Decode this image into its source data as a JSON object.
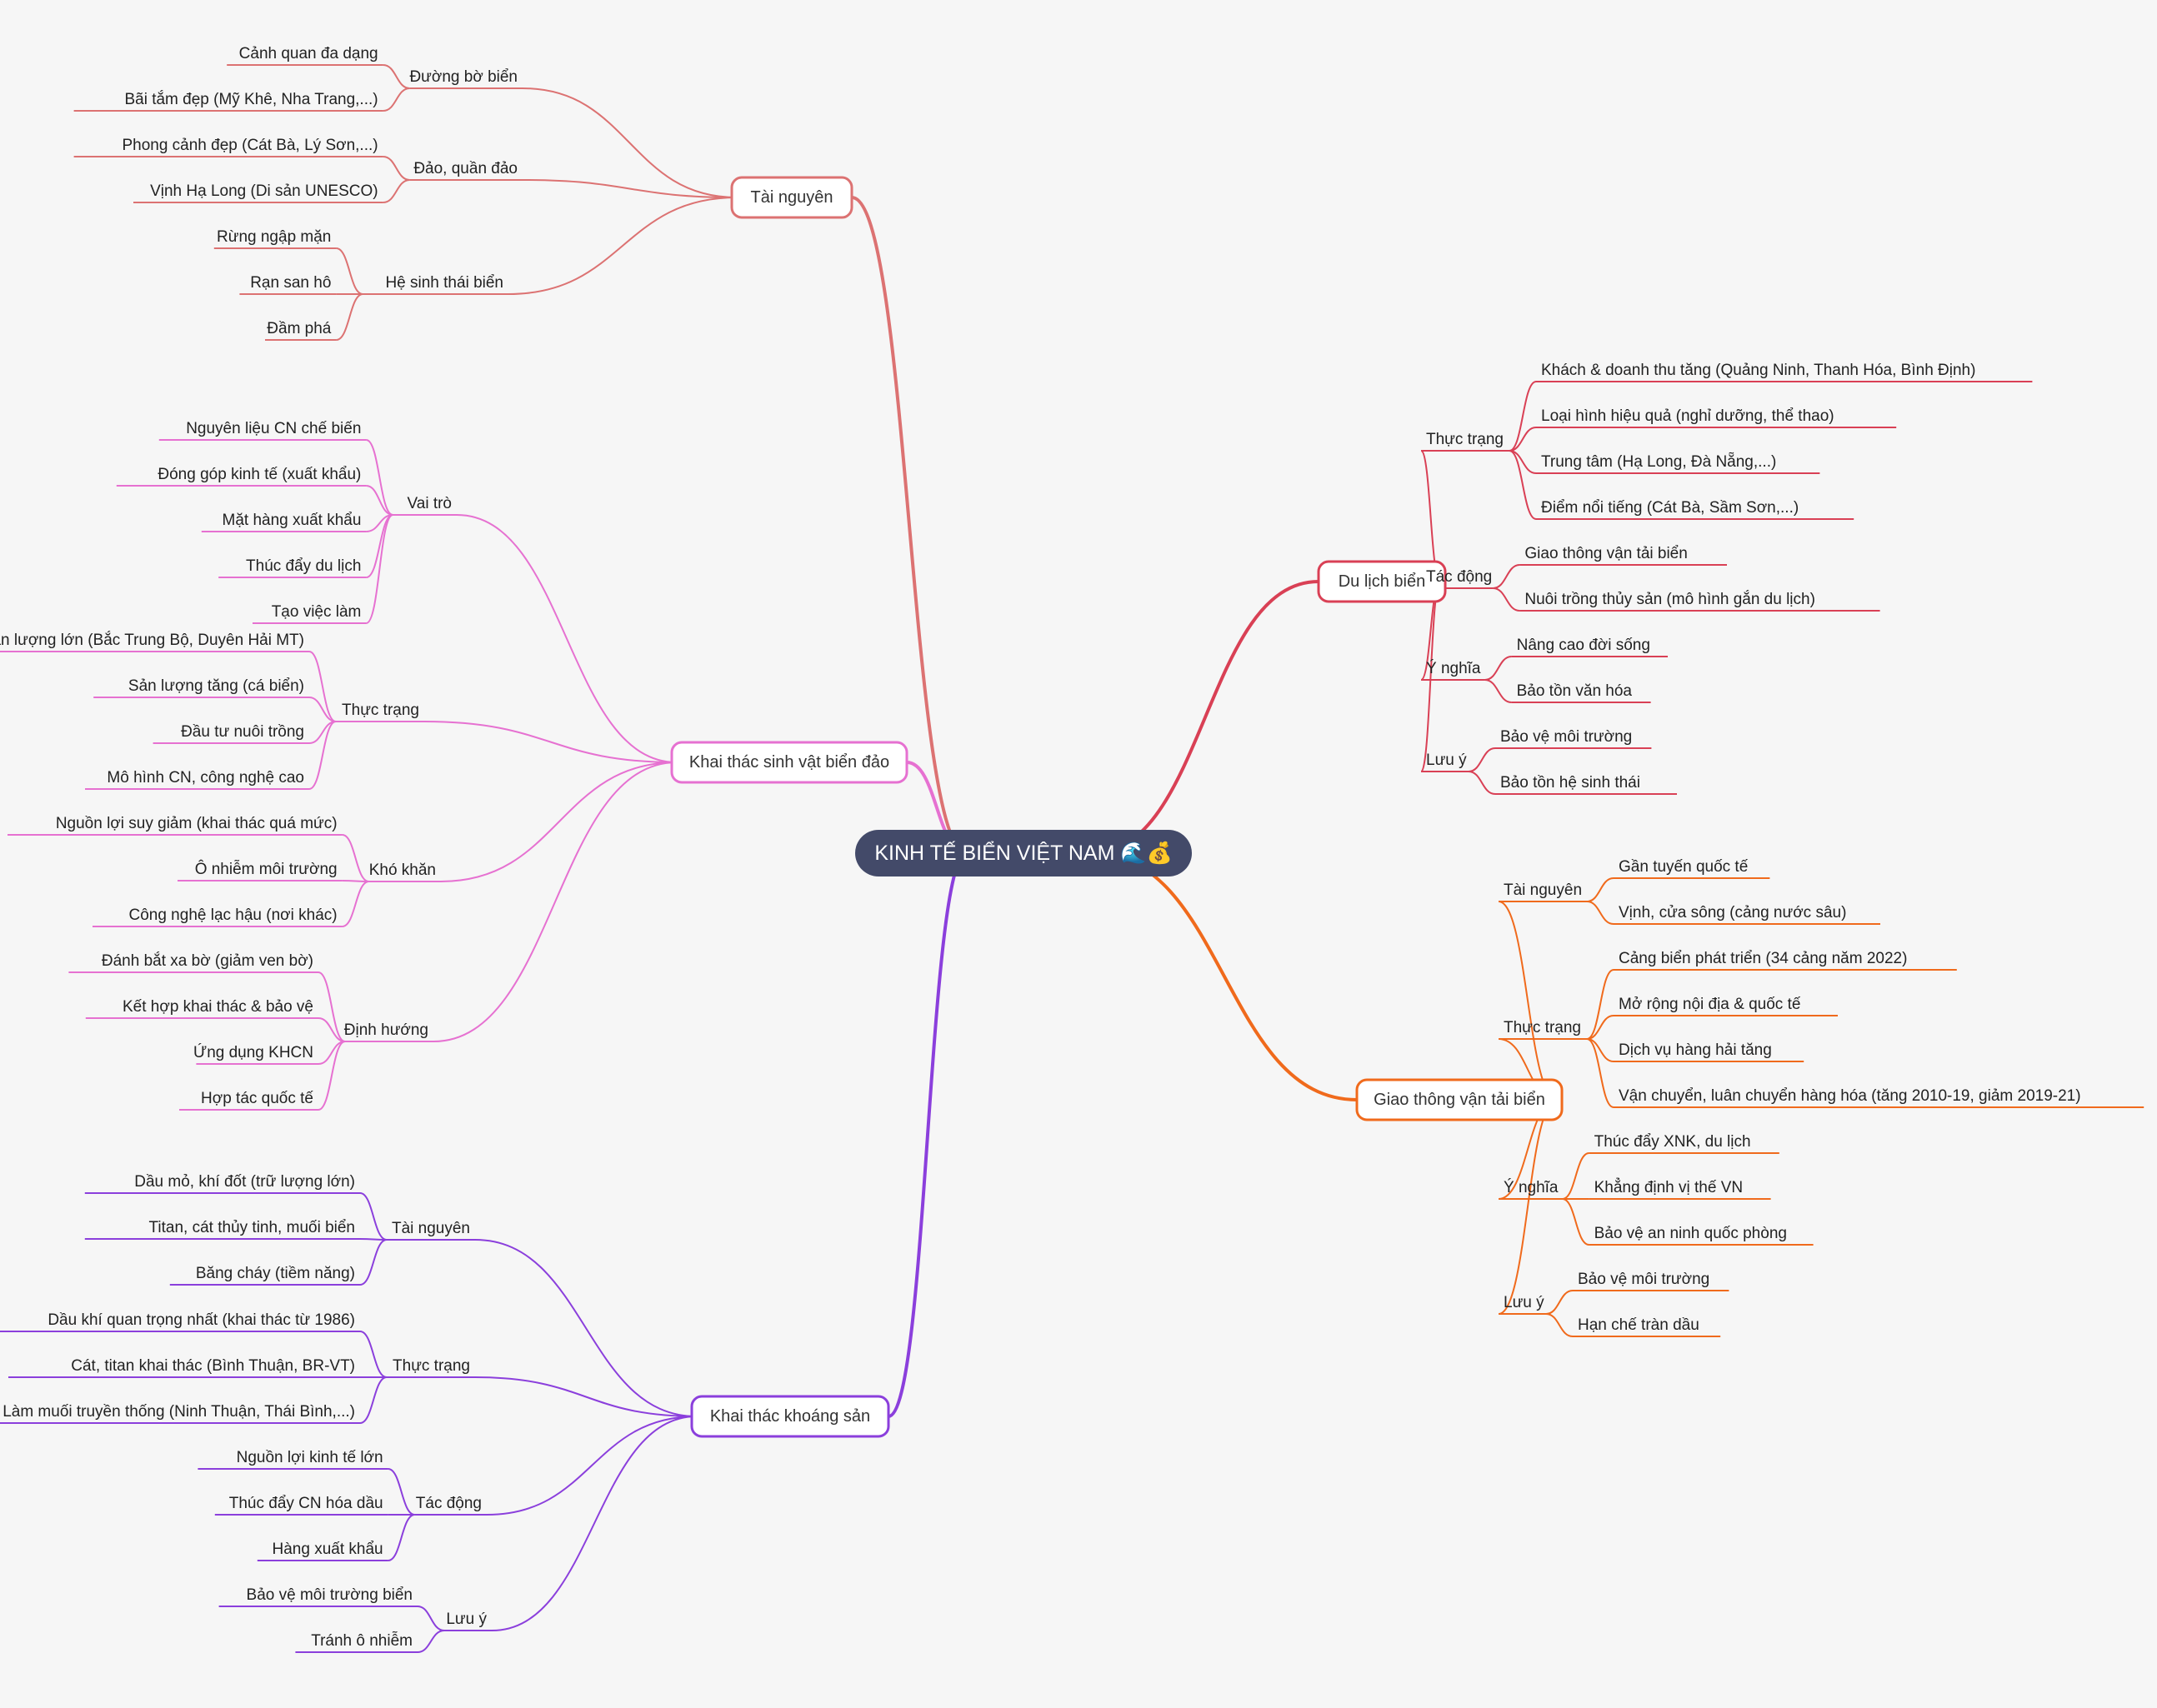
{
  "root": {
    "label": "KINH TẾ BIỂN VIỆT NAM 🌊💰"
  },
  "branches": [
    {
      "name": "Tài nguyên",
      "side": "left",
      "color": "#dc7272",
      "groups": [
        {
          "name": "Đường bờ biển",
          "items": [
            "Cảnh quan đa dạng",
            "Bãi tắm đẹp (Mỹ Khê, Nha Trang,...)"
          ]
        },
        {
          "name": "Đảo, quần đảo",
          "items": [
            "Phong cảnh đẹp (Cát Bà, Lý Sơn,...)",
            "Vịnh Hạ Long (Di sản UNESCO)"
          ]
        },
        {
          "name": "Hệ sinh thái biển",
          "items": [
            "Rừng ngập mặn",
            "Rạn san hô",
            "Đầm phá"
          ]
        }
      ]
    },
    {
      "name": "Khai thác sinh vật biển đảo",
      "side": "left",
      "color": "#e671d1",
      "groups": [
        {
          "name": "Vai trò",
          "items": [
            "Nguyên liệu CN chế biến",
            "Đóng góp kinh tế (xuất khẩu)",
            "Mặt hàng xuất khẩu",
            "Thúc đẩy du lịch",
            "Tạo việc làm"
          ]
        },
        {
          "name": "Thực trạng",
          "items": [
            "Sản lượng lớn (Bắc Trung Bộ, Duyên Hải MT)",
            "Sản lượng tăng (cá biển)",
            "Đầu tư nuôi trồng",
            "Mô hình CN, công nghệ cao"
          ]
        },
        {
          "name": "Khó khăn",
          "items": [
            "Nguồn lợi suy giảm (khai thác quá mức)",
            "Ô nhiễm môi trường",
            "Công nghệ lạc hậu (nơi khác)"
          ]
        },
        {
          "name": "Định hướng",
          "items": [
            "Đánh bắt xa bờ (giảm ven bờ)",
            "Kết hợp khai thác & bảo vệ",
            "Ứng dụng KHCN",
            "Hợp tác quốc tế"
          ]
        }
      ]
    },
    {
      "name": "Khai thác khoáng sản",
      "side": "left",
      "color": "#8b3fdc",
      "groups": [
        {
          "name": "Tài nguyên",
          "items": [
            "Dầu mỏ, khí đốt (trữ lượng lớn)",
            "Titan, cát thủy tinh, muối biển",
            "Băng cháy (tiềm năng)"
          ]
        },
        {
          "name": "Thực trạng",
          "items": [
            "Dầu khí quan trọng nhất (khai thác từ 1986)",
            "Cát, titan khai thác (Bình Thuận, BR-VT)",
            "Làm muối truyền thống (Ninh Thuận, Thái Bình,...)"
          ]
        },
        {
          "name": "Tác động",
          "items": [
            "Nguồn lợi kinh tế lớn",
            "Thúc đẩy CN hóa dầu",
            "Hàng xuất khẩu"
          ]
        },
        {
          "name": "Lưu ý",
          "items": [
            "Bảo vệ môi trường biển",
            "Tránh ô nhiễm"
          ]
        }
      ]
    },
    {
      "name": "Du lịch biển",
      "side": "right",
      "color": "#d94055",
      "groups": [
        {
          "name": "Thực trạng",
          "items": [
            "Khách & doanh thu tăng (Quảng Ninh, Thanh Hóa, Bình Định)",
            "Loại hình hiệu quả (nghỉ dưỡng, thể thao)",
            "Trung tâm (Hạ Long, Đà Nẵng,...)",
            "Điểm nổi tiếng (Cát Bà, Sầm Sơn,...)"
          ]
        },
        {
          "name": "Tác động",
          "items": [
            "Giao thông vận tải biển",
            "Nuôi trồng thủy sản (mô hình gắn du lịch)"
          ]
        },
        {
          "name": "Ý nghĩa",
          "items": [
            "Nâng cao đời sống",
            "Bảo tồn văn hóa"
          ]
        },
        {
          "name": "Lưu ý",
          "items": [
            "Bảo vệ môi trường",
            "Bảo tồn hệ sinh thái"
          ]
        }
      ]
    },
    {
      "name": "Giao thông vận tải biển",
      "side": "right",
      "color": "#f06a1c",
      "groups": [
        {
          "name": "Tài nguyên",
          "items": [
            "Gần tuyến quốc tế",
            "Vịnh, cửa sông (cảng nước sâu)"
          ]
        },
        {
          "name": "Thực trạng",
          "items": [
            "Cảng biển phát triển (34 cảng năm 2022)",
            "Mở rộng nội địa & quốc tế",
            "Dịch vụ hàng hải tăng",
            "Vận chuyển, luân chuyển hàng hóa (tăng 2010-19, giảm 2019-21)"
          ]
        },
        {
          "name": "Ý nghĩa",
          "items": [
            "Thúc đẩy XNK, du lịch",
            "Khẳng định vị thế VN",
            "Bảo vệ an ninh quốc phòng"
          ]
        },
        {
          "name": "Lưu ý",
          "items": [
            "Bảo vệ môi trường",
            "Hạn chế tràn dầu"
          ]
        }
      ]
    }
  ]
}
